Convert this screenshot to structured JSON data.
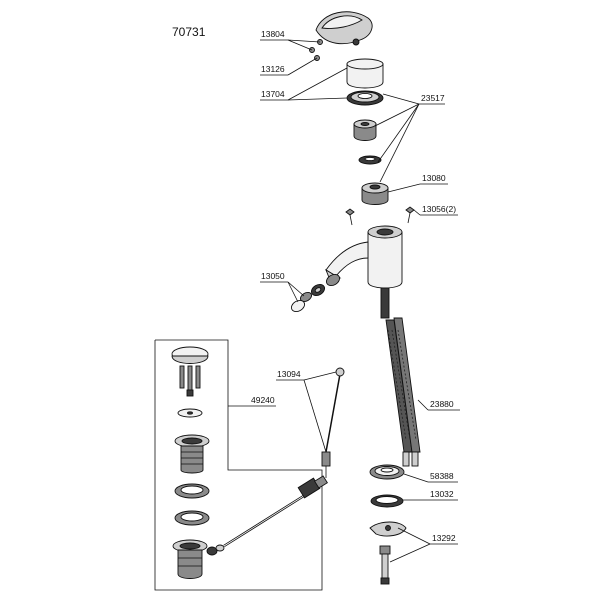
{
  "diagram": {
    "title": "70731",
    "labels": {
      "p13804": "13804",
      "p13126": "13126",
      "p13704": "13704",
      "p23517": "23517",
      "p13080": "13080",
      "p13056": "13056(2)",
      "p13050": "13050",
      "p13094": "13094",
      "p49240": "49240",
      "p23880": "23880",
      "p58388": "58388",
      "p13032": "13032",
      "p13292": "13292"
    }
  }
}
